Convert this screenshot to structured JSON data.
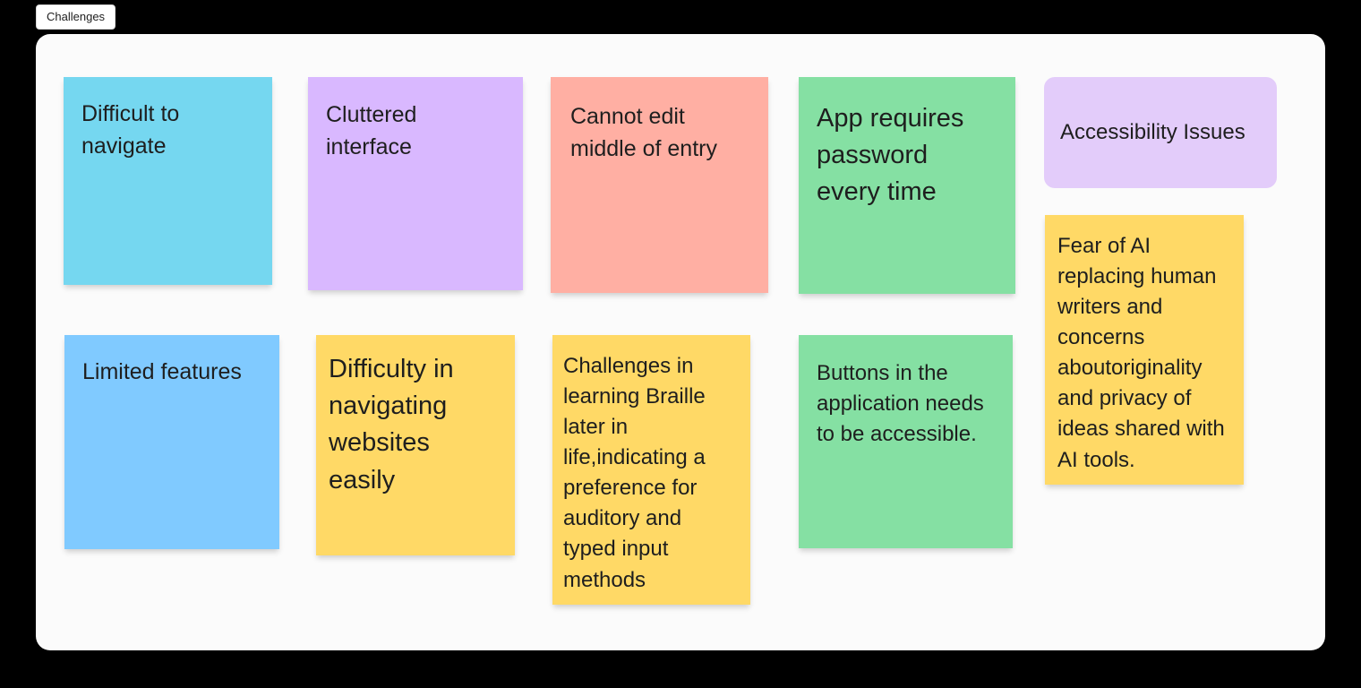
{
  "section": {
    "label": "Challenges"
  },
  "board": {
    "background": "#fbfbfb"
  },
  "page_background": "#000000",
  "text_color": "#1e1e1e",
  "palette": {
    "teal": "#75d7f0",
    "violet": "#d9b8ff",
    "violet_light": "#e3ccfa",
    "red": "#ffafa3",
    "green": "#85e0a3",
    "blue": "#80caff",
    "yellow": "#ffd966"
  },
  "notes": [
    {
      "text": "Difficult to navigate",
      "color": "#75d7f0",
      "shape": "square"
    },
    {
      "text": "Cluttered interface",
      "color": "#d9b8ff",
      "shape": "square"
    },
    {
      "text": "Cannot edit middle of entry",
      "color": "#ffafa3",
      "shape": "square"
    },
    {
      "text": "App requires password every time",
      "color": "#85e0a3",
      "shape": "square"
    },
    {
      "text": "Accessibility Issues",
      "color": "#e3ccfa",
      "shape": "rounded-rectangle"
    },
    {
      "text": "Fear of AI replacing human writers and concerns aboutoriginality and privacy of ideas shared with AI tools.",
      "color": "#ffd966",
      "shape": "square"
    },
    {
      "text": "Limited features",
      "color": "#80caff",
      "shape": "square"
    },
    {
      "text": "Difficulty in navigating websites easily",
      "color": "#ffd966",
      "shape": "square"
    },
    {
      "text": "Challenges in learning Braille later in life,indicating a preference for auditory and typed input methods",
      "color": "#ffd966",
      "shape": "square"
    },
    {
      "text": "Buttons in the application needs to be accessible.",
      "color": "#85e0a3",
      "shape": "square"
    }
  ]
}
